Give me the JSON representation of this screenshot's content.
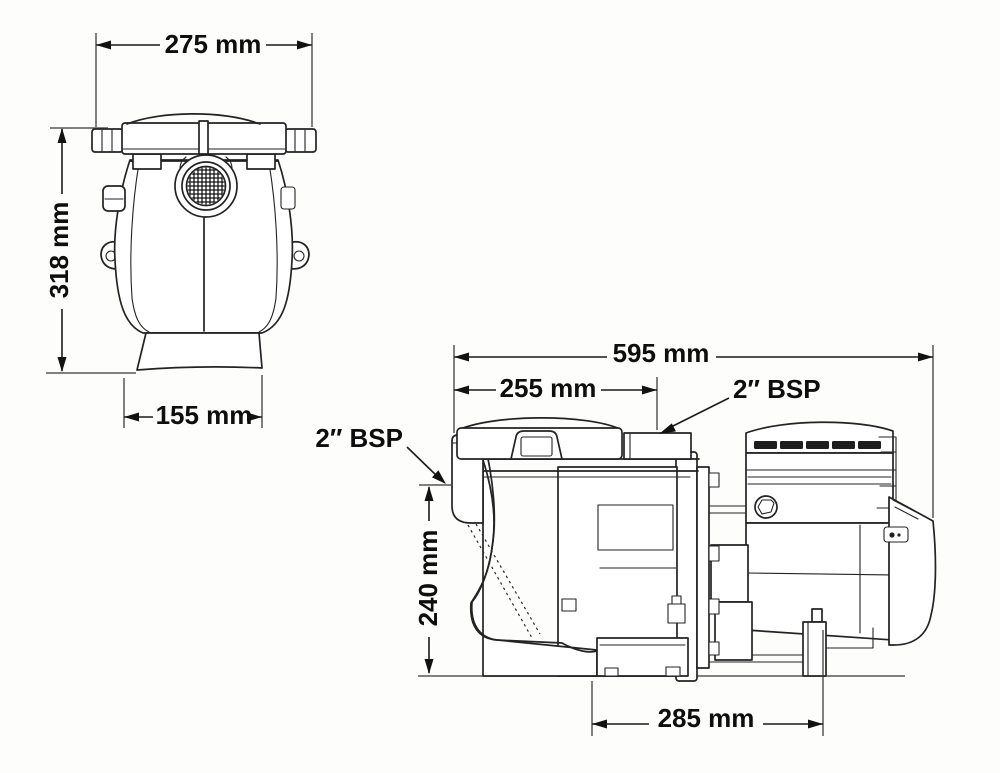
{
  "page": {
    "background_color": "#fdfdfc",
    "line_color": "#232323",
    "text_color": "#0e0e0e"
  },
  "front_view": {
    "dim_width_top": {
      "label": "275 mm"
    },
    "dim_height": {
      "label": "318 mm"
    },
    "dim_width_base": {
      "label": "155 mm"
    }
  },
  "side_view": {
    "dim_length_total": {
      "label": "595 mm"
    },
    "dim_length_discharge": {
      "label": "255 mm"
    },
    "dim_height_inlet": {
      "label": "240 mm"
    },
    "dim_base_length": {
      "label": "285 mm"
    },
    "port_discharge": {
      "label": "2″ BSP"
    },
    "port_inlet": {
      "label": "2″ BSP"
    }
  }
}
